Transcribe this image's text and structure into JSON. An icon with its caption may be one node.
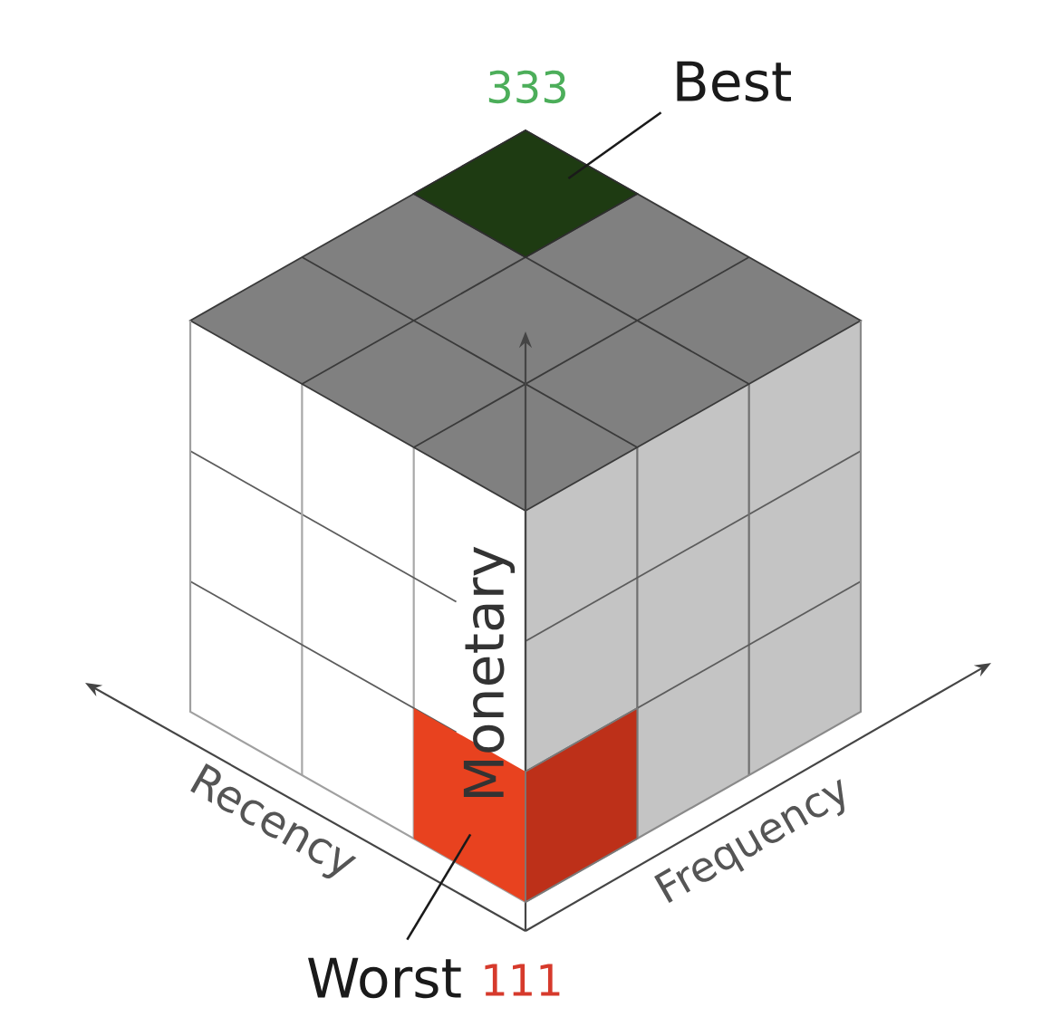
{
  "diagram": {
    "nodes": [
      {
        "text": [
          "Best"
        ]
      },
      {
        "text": [],
        "shape": "diamond"
      },
      {
        "text": [],
        "shape": "cube"
      },
      {
        "text": [
          "Worst"
        ]
      }
    ],
    "edges": [
      {
        "from": 0,
        "to": 1,
        "arrow": "none"
      },
      {
        "from": 3,
        "to": 2,
        "arrow": "none"
      }
    ],
    "labels": [
      "333",
      "Monetary",
      "Recency",
      "Frequency",
      "111"
    ]
  }
}
